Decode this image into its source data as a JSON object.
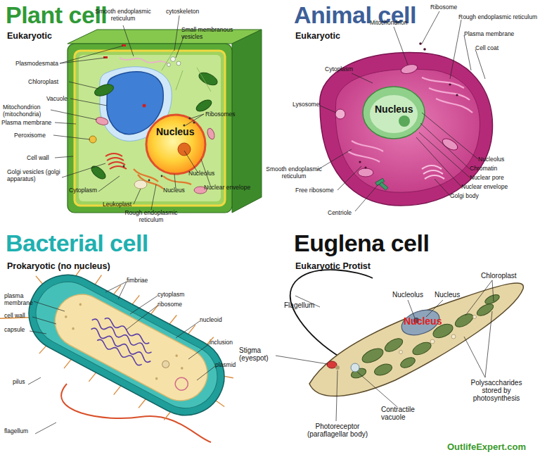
{
  "diagram": {
    "labels": [
      "Plant cell",
      "Eukaryotic",
      "Smooth endoplasmic reticulum",
      "cytoskeleton",
      "Small membranous vesicles",
      "Plasmodesmata",
      "Chloroplast",
      "Vacuole",
      "Mitochondrion (mitochondria)",
      "Plasma membrane",
      "Peroxisome",
      "Cell wall",
      "Golgi vesicles (golgi apparatus)",
      "Cytoplasm",
      "Leukoplast",
      "Rough endoplasmic reticulum",
      "Nucleus",
      "Ribosomes",
      "Nucleolus",
      "Nucleus",
      "Nuclear envelope",
      "Animal cell",
      "Eukaryotic",
      "Ribosome",
      "Mitochondrion",
      "Rough endoplasmic reticulum",
      "Plasma membrane",
      "Cell coat",
      "Cytoplasm",
      "Lysosome",
      "Nucleus",
      "Smooth endoplasmic reticulum",
      "Free ribosome",
      "Centriole",
      "Nucleolus",
      "Chromatin",
      "Nuclear pore",
      "Nuclear envelope",
      "Golgi body",
      "Bacterial cell",
      "Prokaryotic (no nucleus)",
      "fimbriae",
      "plasma membrane",
      "cytoplasm",
      "ribosome",
      "cell wall",
      "nucleoid",
      "capsule",
      "inclusion",
      "plasmid",
      "pilus",
      "flagellum",
      "Euglena cell",
      "Eukaryotic Protist",
      "Chloroplast",
      "Flagellum",
      "Nucleolus",
      "Nucleus",
      "Nucleus",
      "Stigma (eyespot)",
      "Polysaccharides stored by photosynthesis",
      "Contractile vacuole",
      "Photoreceptor (paraflagellar body)",
      "OutlifeExpert.com"
    ]
  }
}
